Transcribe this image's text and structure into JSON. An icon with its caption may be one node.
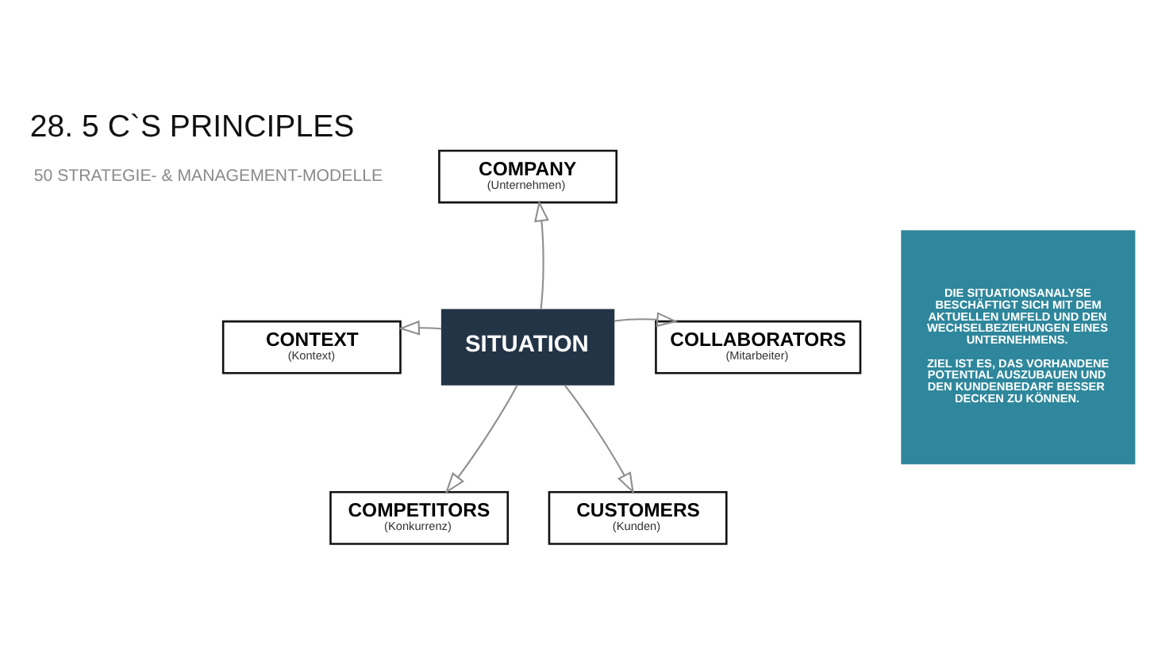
{
  "diagram": {
    "title": "28. 5 C`S PRINCIPLES",
    "nodes": [
      {
        "text": [
          "COMPANY",
          "(Unternehmen)"
        ]
      },
      {
        "text": [
          "CONTEXT",
          "(Kontext)"
        ]
      },
      {
        "text": [
          "SITUATION"
        ]
      },
      {
        "text": [
          "COLLABORATORS",
          "(Mitarbeiter)"
        ]
      },
      {
        "text": [
          "COMPETITORS",
          "(Konkurrenz)"
        ]
      },
      {
        "text": [
          "CUSTOMERS",
          "(Kunden)"
        ]
      },
      {
        "text": [
          "DIE SITUATIONSANALYSE BESCHÄFTIGT SICH MIT DEM AKTUELLEN UMFELD UND DEN WECHSELBEZIEHUNGEN EINES UNTERNEHMENS.",
          "ZIEL IST ES, DAS VORHANDENE POTENTIAL AUSZUBAUEN UND DEN KUNDENBEDARF BESSER DECKEN ZU KÖNNEN."
        ]
      }
    ],
    "edges": [
      {
        "from": 2,
        "to": 0,
        "arrow": "to"
      },
      {
        "from": 2,
        "to": 1,
        "arrow": "to"
      },
      {
        "from": 2,
        "to": 3,
        "arrow": "to"
      },
      {
        "from": 2,
        "to": 4,
        "arrow": "to"
      },
      {
        "from": 2,
        "to": 5,
        "arrow": "to"
      }
    ],
    "labels": [
      "50 STRATEGIE- & MANAGEMENT-MODELLE"
    ]
  }
}
